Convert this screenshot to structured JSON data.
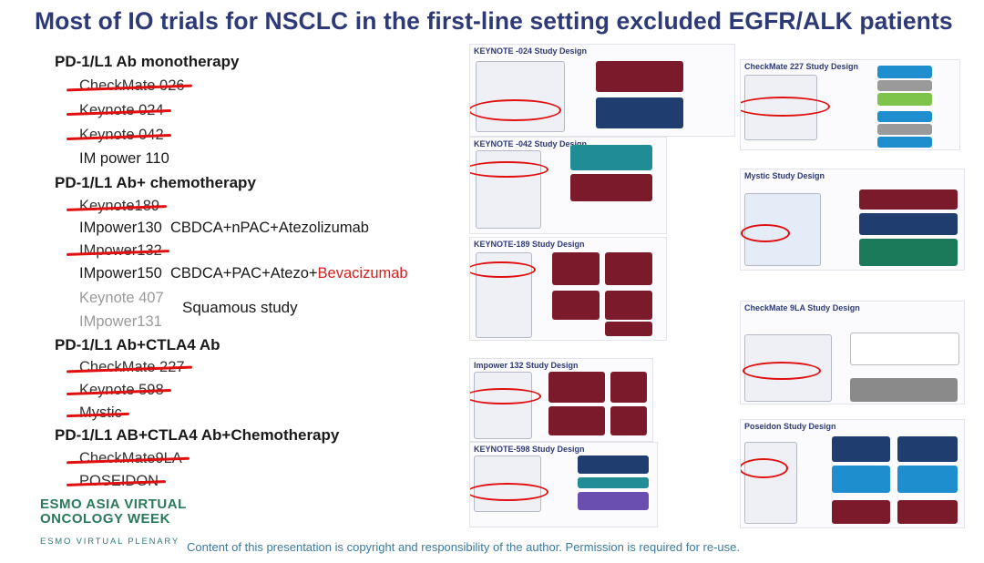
{
  "title": "Most of IO trials for NSCLC in the first-line setting excluded EGFR/ALK patients",
  "groups": [
    {
      "header": "PD-1/L1 Ab monotherapy",
      "items": [
        "CheckMate 026",
        "Keynote 024",
        "Keynote 042",
        "IM power 110"
      ]
    },
    {
      "header": "PD-1/L1 Ab+ chemotherapy",
      "items": [
        "Keynote189",
        "IMpower130",
        "IMpower132",
        "IMpower150",
        "Keynote 407",
        "IMpower131"
      ],
      "regimen_130": "CBDCA+nPAC+Atezolizumab",
      "regimen_150_a": "CBDCA+PAC+Atezo+",
      "regimen_150_b": "Bevacizumab",
      "squamous": "Squamous study"
    },
    {
      "header": "PD-1/L1 Ab+CTLA4 Ab",
      "items": [
        "CheckMate 227",
        "Keynote 598",
        "Mystic"
      ]
    },
    {
      "header": "PD-1/L1 AB+CTLA4 Ab+Chemotherapy",
      "items": [
        "CheckMate9LA",
        "POSEIDON"
      ]
    }
  ],
  "panels": {
    "keynote024": "KEYNOTE -024 Study Design",
    "keynote042": "KEYNOTE -042 Study Design",
    "keynote189": "KEYNOTE-189 Study Design",
    "impower132": "Impower 132 Study Design",
    "keynote598": "KEYNOTE-598 Study Design",
    "checkmate227": "CheckMate 227 Study Design",
    "mystic": "Mystic Study Design",
    "checkmate9la": "CheckMate 9LA Study Design",
    "poseidon": "Poseidon Study Design"
  },
  "logo": {
    "line1": "ESMO ASIA VIRTUAL",
    "line2": "ONCOLOGY WEEK",
    "line3": "ESMO VIRTUAL PLENARY"
  },
  "footer": "Content of this presentation is copyright and responsibility of the author. Permission is required for re-use."
}
